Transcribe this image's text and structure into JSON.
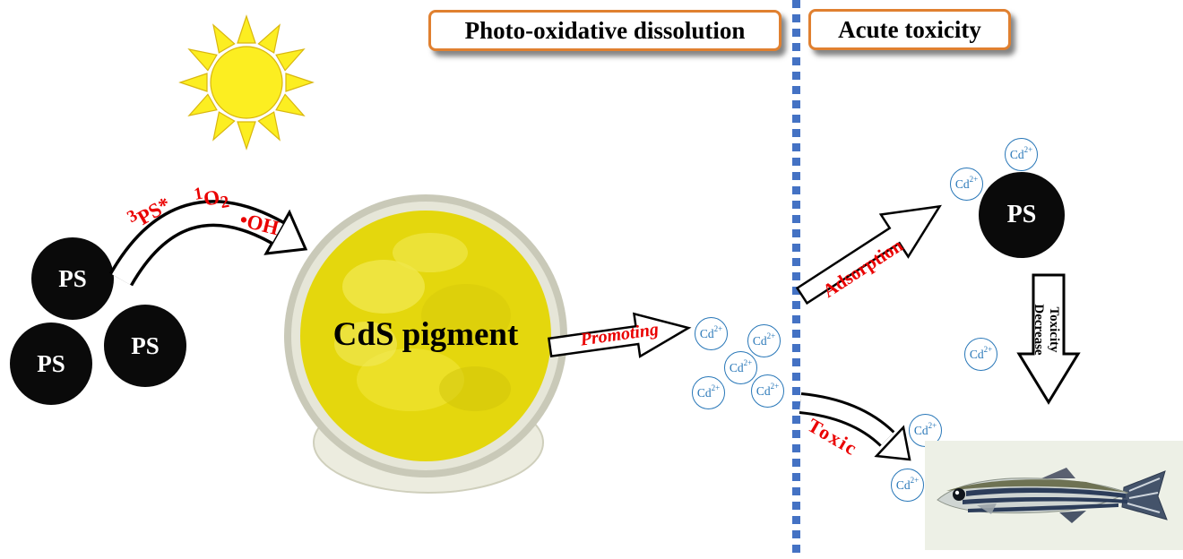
{
  "colors": {
    "accent_orange": "#E08030",
    "divider_blue": "#4472C4",
    "ion_blue": "#2877B8",
    "label_red": "#EA0000",
    "sun_yellow": "#FCEE21",
    "pigment_yellow": "#E4D70D",
    "particle_black": "#0A0A0A"
  },
  "panels": {
    "left": {
      "title": "Photo-oxidative dissolution"
    },
    "right": {
      "title": "Acute toxicity"
    }
  },
  "microplastic": {
    "label": "PS"
  },
  "pigment": {
    "label": "CdS pigment"
  },
  "reactive_species": {
    "triplet_ps": {
      "sup": "3",
      "main": "PS*"
    },
    "singlet_oxygen": {
      "sup": "1",
      "main": "O",
      "sub": "2"
    },
    "hydroxyl_radical": {
      "main": "•OH"
    }
  },
  "ion": {
    "symbol": "Cd",
    "charge": "2+"
  },
  "labels": {
    "promoting": "Promoting",
    "adsorption": "Adsorption",
    "toxic": "Toxic",
    "toxicity_decrease_line1": "Toxicity",
    "toxicity_decrease_line2": "Decrease"
  }
}
